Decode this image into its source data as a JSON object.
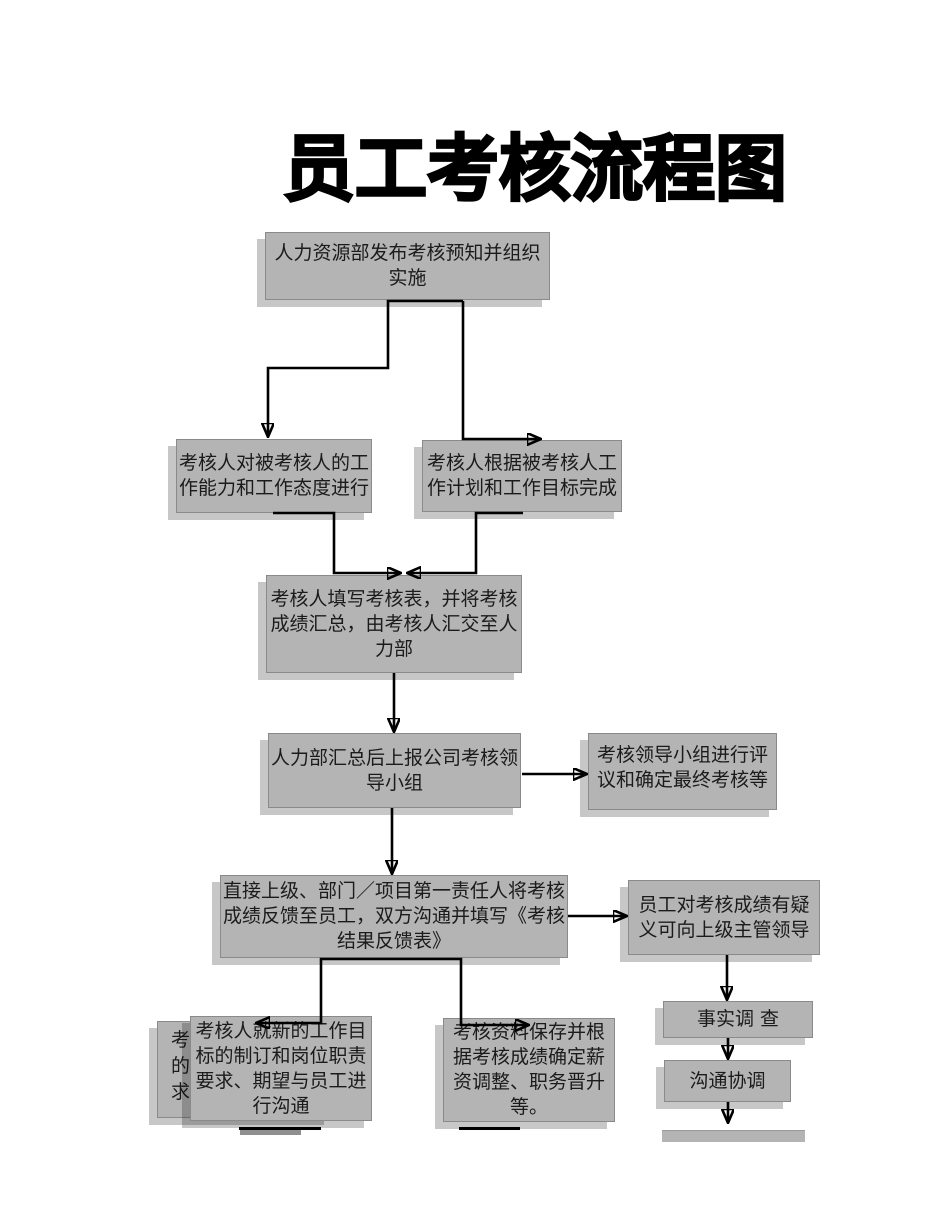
{
  "page": {
    "title": "员工考核流程图"
  },
  "colors": {
    "background": "#ffffff",
    "box_fill": "#b4b4b4",
    "box_border": "#8a8a8a",
    "box_shadow": "rgba(0,0,0,0.22)",
    "text": "#1b1b1b",
    "connector": "#000000"
  },
  "nodes": {
    "notify": {
      "label": "人力资源部发布考核预知并组织实施"
    },
    "attitude": {
      "label": "考核人对被考核人的工作能力和工作态度进行"
    },
    "plan": {
      "label": "考核人根据被考核人工作计划和工作目标完成"
    },
    "fill_form": {
      "label": "考核人填写考核表，并将考核成绩汇总，由考核人汇交至人力部"
    },
    "report": {
      "label": "人力部汇总后上报公司考核领导小组"
    },
    "committee": {
      "label": "考核领导小组进行评议和确定最终考核等"
    },
    "feedback": {
      "label": "直接上级、部门／项目第一责任人将考核成绩反馈至员工，双方沟通并填写《考核结果反馈表》"
    },
    "dispute": {
      "label": "员工对考核成绩有疑义可向上级主管领导"
    },
    "new_goal": {
      "label": "考核人就新的工作目标的制订和岗位职责要求、期望与员工进行沟通"
    },
    "archive": {
      "label": "考核资料保存并根据考核成绩确定薪资调整、职务晋升等。"
    },
    "investigate": {
      "label": "事实调 查"
    },
    "coordinate": {
      "label": "沟通协调"
    },
    "hidden_back": {
      "line1": "考",
      "line2": "的",
      "line3": "求"
    }
  },
  "edges": [
    {
      "from": "notify",
      "to": "attitude"
    },
    {
      "from": "notify",
      "to": "plan"
    },
    {
      "from": "attitude",
      "to": "fill_form"
    },
    {
      "from": "plan",
      "to": "fill_form"
    },
    {
      "from": "fill_form",
      "to": "report"
    },
    {
      "from": "report",
      "to": "committee"
    },
    {
      "from": "report",
      "to": "feedback"
    },
    {
      "from": "feedback",
      "to": "dispute"
    },
    {
      "from": "feedback",
      "to": "new_goal"
    },
    {
      "from": "feedback",
      "to": "archive"
    },
    {
      "from": "dispute",
      "to": "investigate"
    },
    {
      "from": "investigate",
      "to": "coordinate"
    },
    {
      "from": "coordinate",
      "to": "next"
    }
  ]
}
